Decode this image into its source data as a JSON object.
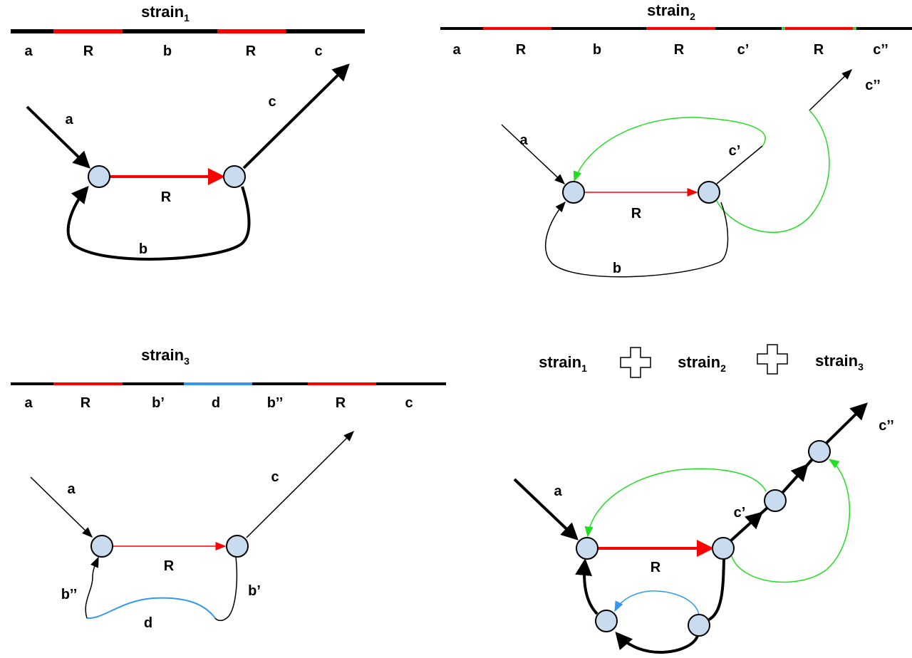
{
  "colors": {
    "repeat": "#ff0000",
    "segment": "#000000",
    "green_link": "#22dd22",
    "blue_segment": "#3399ee",
    "node_fill": "#c9dcef"
  },
  "panel1": {
    "title": "strain",
    "title_sub": "1",
    "segments": [
      "a",
      "R",
      "b",
      "R",
      "c"
    ],
    "edges": {
      "a": "a",
      "R": "R",
      "b": "b",
      "c": "c"
    }
  },
  "panel2": {
    "title": "strain",
    "title_sub": "2",
    "segments": [
      "a",
      "R",
      "b",
      "R",
      "c’",
      "R",
      "c’’"
    ],
    "edges": {
      "a": "a",
      "R": "R",
      "b": "b",
      "c1": "c’",
      "c2": "c’’"
    }
  },
  "panel3": {
    "title": "strain",
    "title_sub": "3",
    "segments": [
      "a",
      "R",
      "b’",
      "d",
      "b’’",
      "R",
      "c"
    ],
    "edges": {
      "a": "a",
      "R": "R",
      "b1": "b’",
      "b2": "b’’",
      "d": "d",
      "c": "c"
    }
  },
  "panel4": {
    "combo": [
      {
        "name": "strain",
        "sub": "1"
      },
      {
        "name": "strain",
        "sub": "2"
      },
      {
        "name": "strain",
        "sub": "3"
      }
    ],
    "edges": {
      "a": "a",
      "R": "R",
      "c1": "c’",
      "c2": "c’’"
    }
  }
}
